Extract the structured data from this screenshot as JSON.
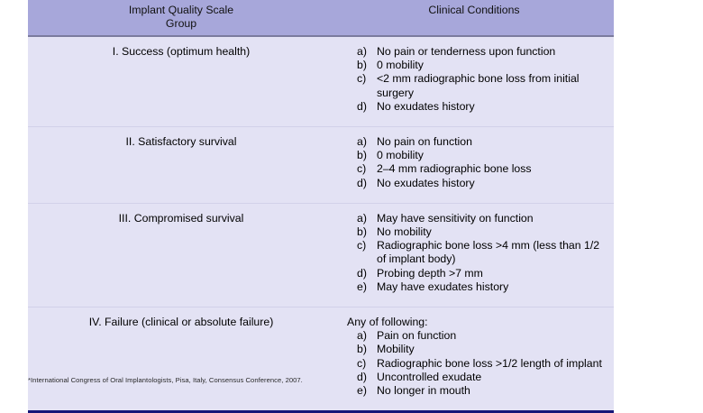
{
  "table": {
    "headers": {
      "group_line1": "Implant Quality Scale",
      "group_line2": "Group",
      "clinical": "Clinical Conditions"
    },
    "rows": [
      {
        "group": "I. Success (optimum health)",
        "intro": "",
        "conditions": [
          {
            "marker": "a)",
            "text": "No pain or tenderness upon function"
          },
          {
            "marker": "b)",
            "text": "0 mobility"
          },
          {
            "marker": "c)",
            "text": "<2 mm radiographic bone loss from initial surgery"
          },
          {
            "marker": "d)",
            "text": "No exudates history"
          }
        ]
      },
      {
        "group": "II. Satisfactory survival",
        "intro": "",
        "conditions": [
          {
            "marker": "a)",
            "text": "No pain on function"
          },
          {
            "marker": "b)",
            "text": "0 mobility"
          },
          {
            "marker": "c)",
            "text": "2–4 mm radiographic bone loss"
          },
          {
            "marker": "d)",
            "text": "No exudates history"
          }
        ]
      },
      {
        "group": "III. Compromised survival",
        "intro": "",
        "conditions": [
          {
            "marker": "a)",
            "text": "May have sensitivity on function"
          },
          {
            "marker": "b)",
            "text": "No mobility"
          },
          {
            "marker": "c)",
            "text": "Radiographic bone loss >4 mm (less than 1/2 of implant body)"
          },
          {
            "marker": "d)",
            "text": "Probing depth >7 mm"
          },
          {
            "marker": "e)",
            "text": "May have exudates history"
          }
        ]
      },
      {
        "group": "IV. Failure (clinical or absolute failure)",
        "intro": "Any of following:",
        "conditions": [
          {
            "marker": "a)",
            "text": "Pain on function"
          },
          {
            "marker": "b)",
            "text": "Mobility"
          },
          {
            "marker": "c)",
            "text": "Radiographic bone loss >1/2 length of implant"
          },
          {
            "marker": "d)",
            "text": "Uncontrolled exudate"
          },
          {
            "marker": "e)",
            "text": "No longer in mouth"
          }
        ]
      }
    ]
  },
  "footnote": "*International Congress of Oral Implantologists, Pisa, Italy, Consensus Conference, 2007.",
  "colors": {
    "header_bg": "#a7a7da",
    "row_bg": "#e3e2f4",
    "bottom_rule": "#161678",
    "page_bg": "#ffffff"
  }
}
